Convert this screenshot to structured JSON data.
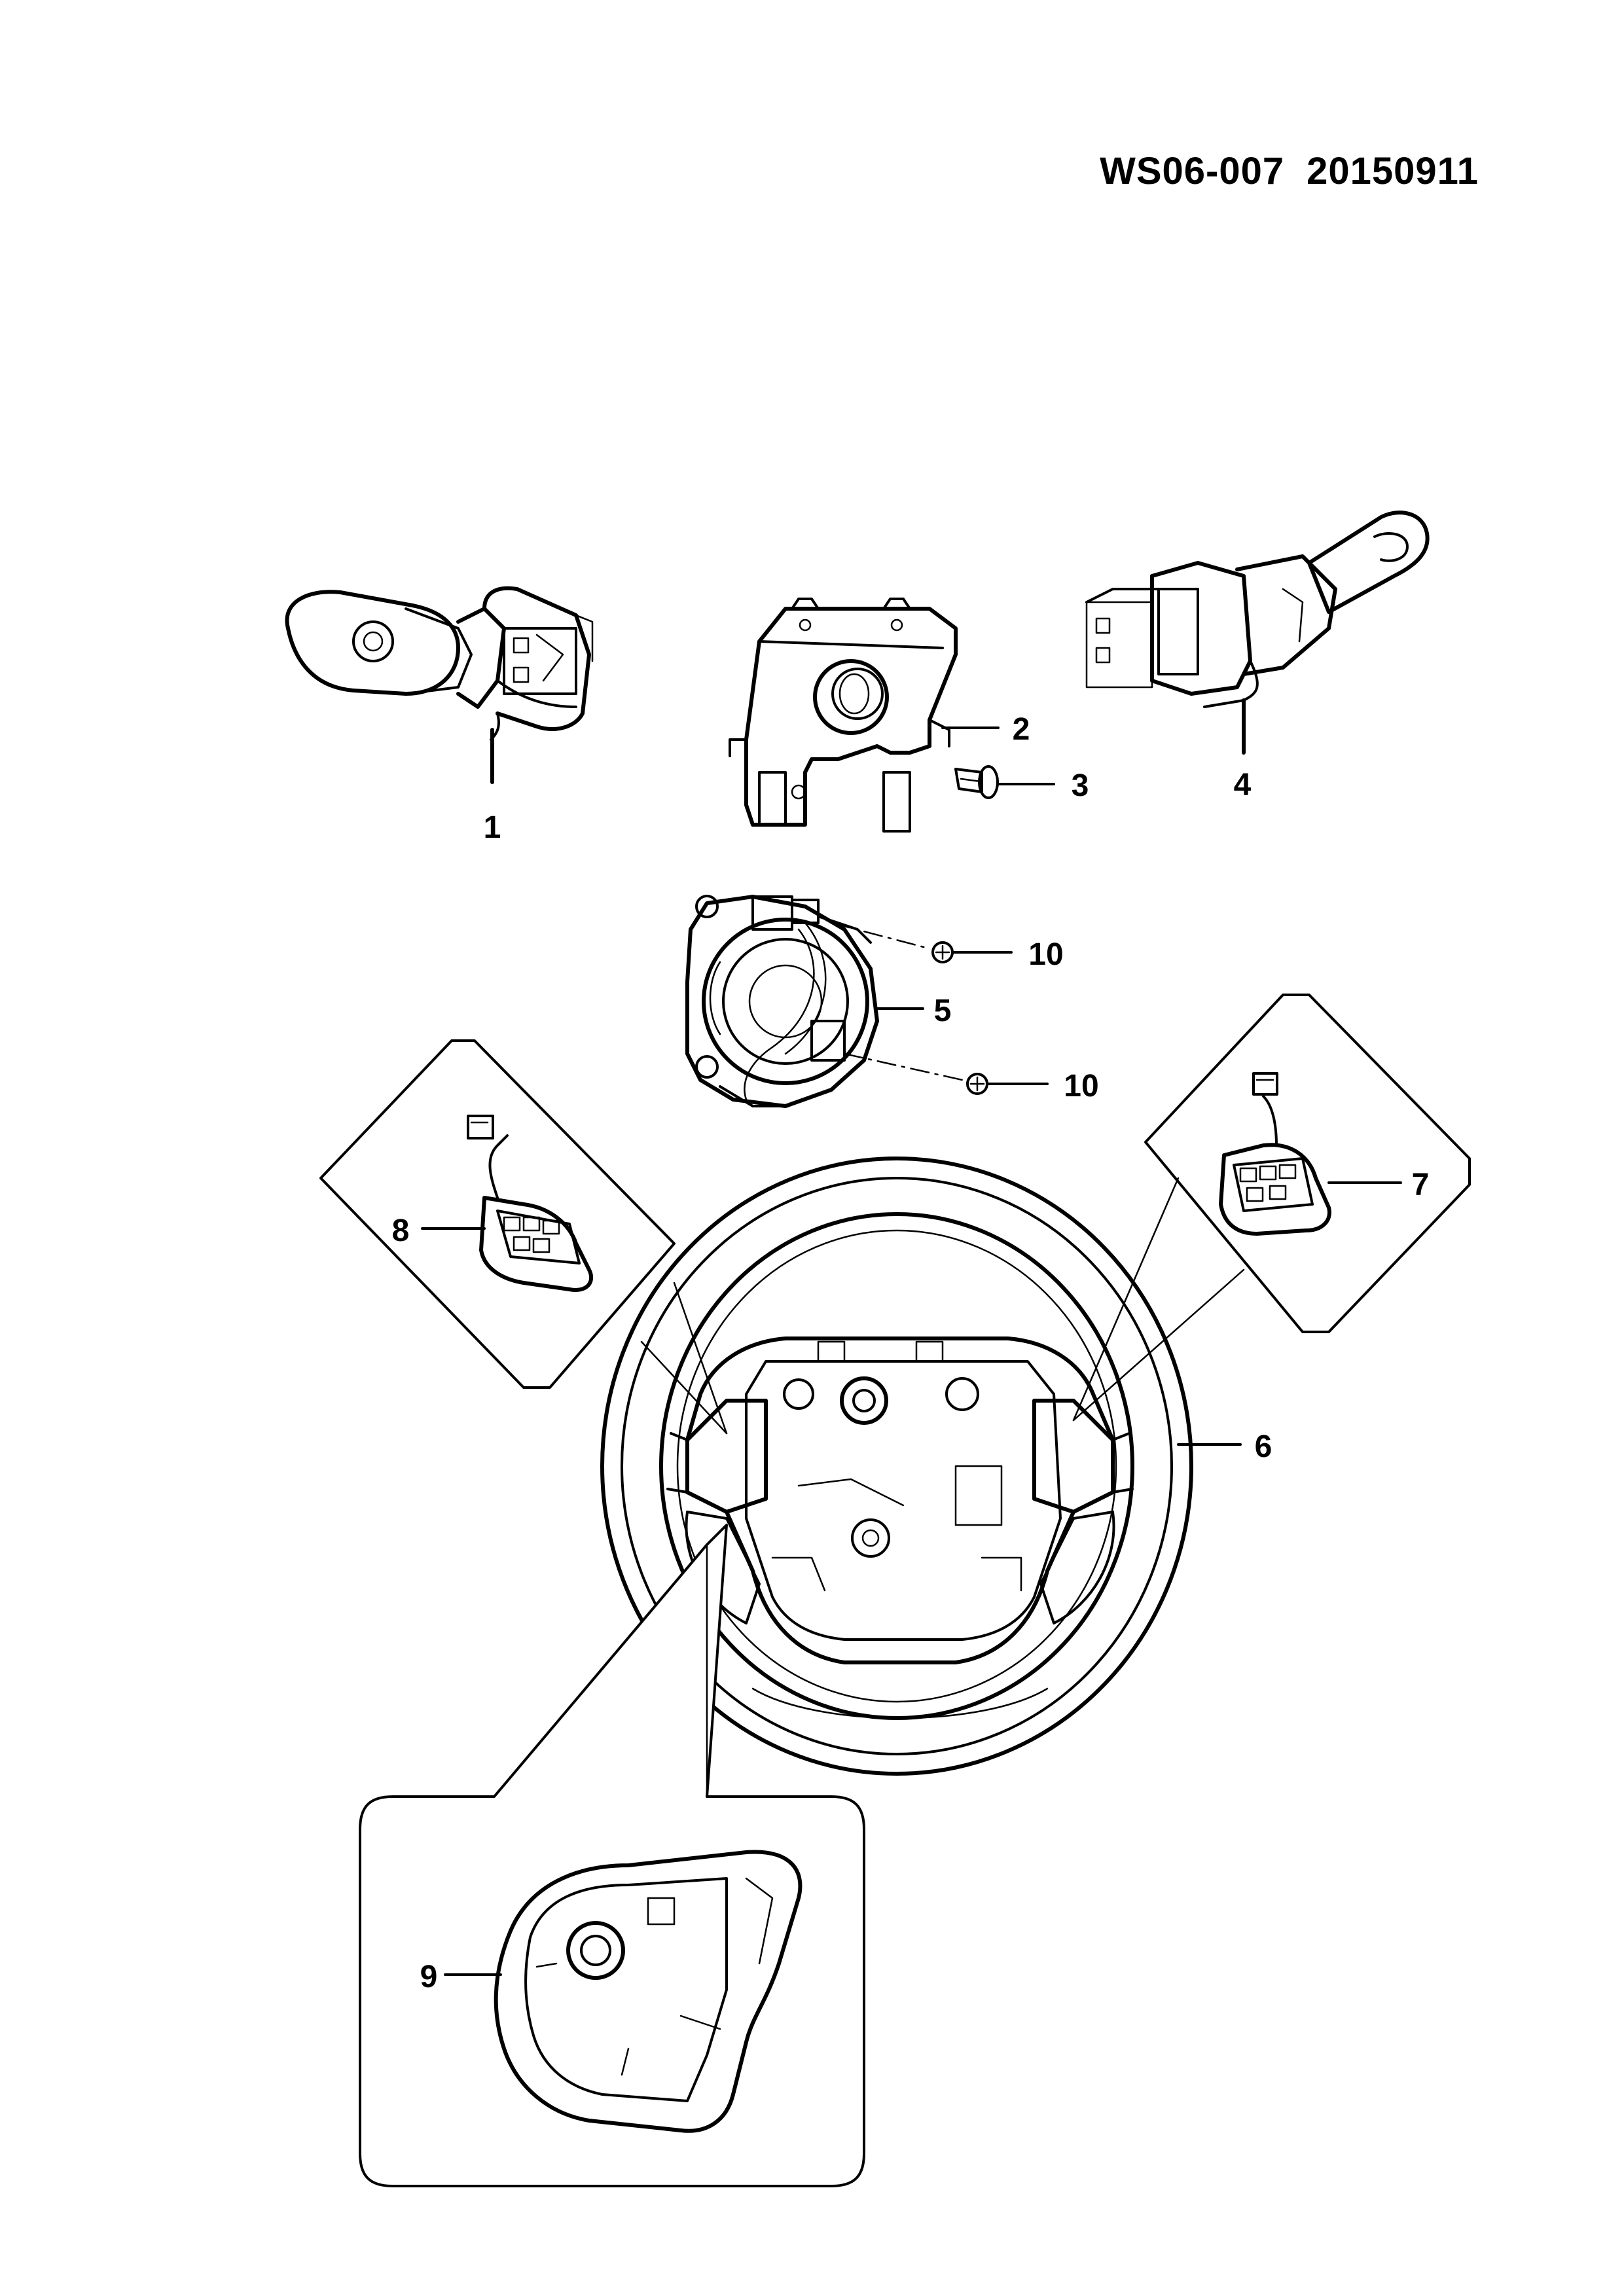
{
  "header": {
    "code": "WS06-007",
    "date": "20150911"
  },
  "callouts": {
    "part_1": "1",
    "part_2": "2",
    "part_3": "3",
    "part_4": "4",
    "part_5": "5",
    "part_6": "6",
    "part_7": "7",
    "part_8": "8",
    "part_9": "9",
    "part_10a": "10",
    "part_10b": "10"
  }
}
